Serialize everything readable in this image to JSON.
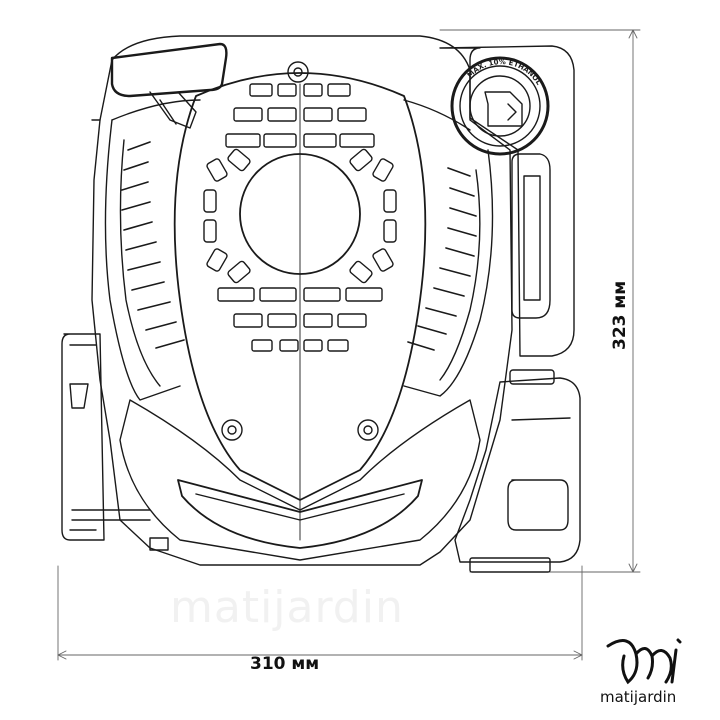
{
  "dimensions": {
    "width_label": "310 мм",
    "height_label": "323 мм"
  },
  "fuel_cap": {
    "text": "MAX. 10% ETHANOL"
  },
  "watermark": {
    "text": "matijardin"
  },
  "logo": {
    "brand": "matijardin"
  },
  "colors": {
    "line": "#1a1a1a",
    "background": "#ffffff"
  }
}
